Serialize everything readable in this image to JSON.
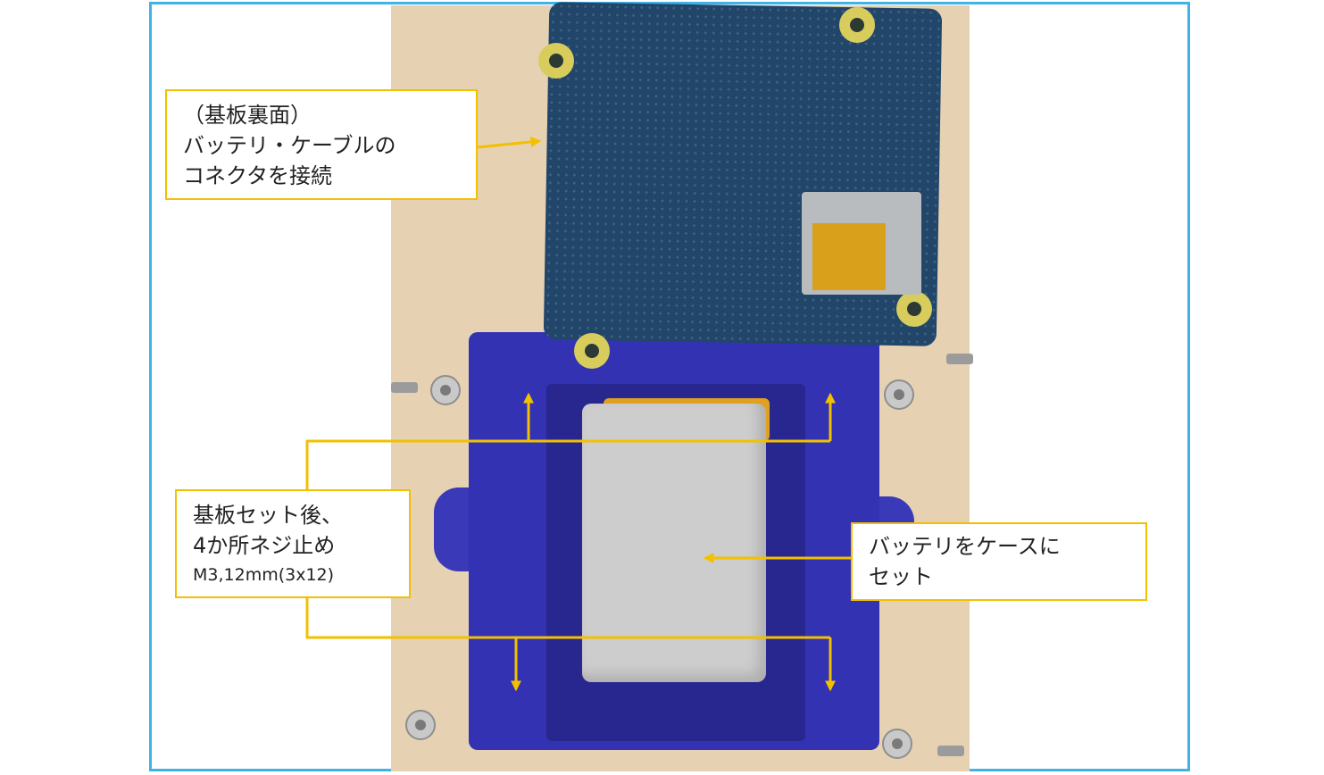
{
  "callouts": {
    "connector": {
      "line1": "（基板裏面）",
      "line2": "バッテリ・ケーブルの",
      "line3": "コネクタを接続"
    },
    "screws": {
      "line1": "基板セット後、",
      "line2": "4か所ネジ止め",
      "line3": "M3,12mm(3x12)"
    },
    "battery": {
      "line1": "バッテリをケースに",
      "line2": "セット"
    }
  },
  "colors": {
    "frame_border": "#3fb2e6",
    "callout_border": "#f3c000",
    "arrow": "#f3c000"
  }
}
